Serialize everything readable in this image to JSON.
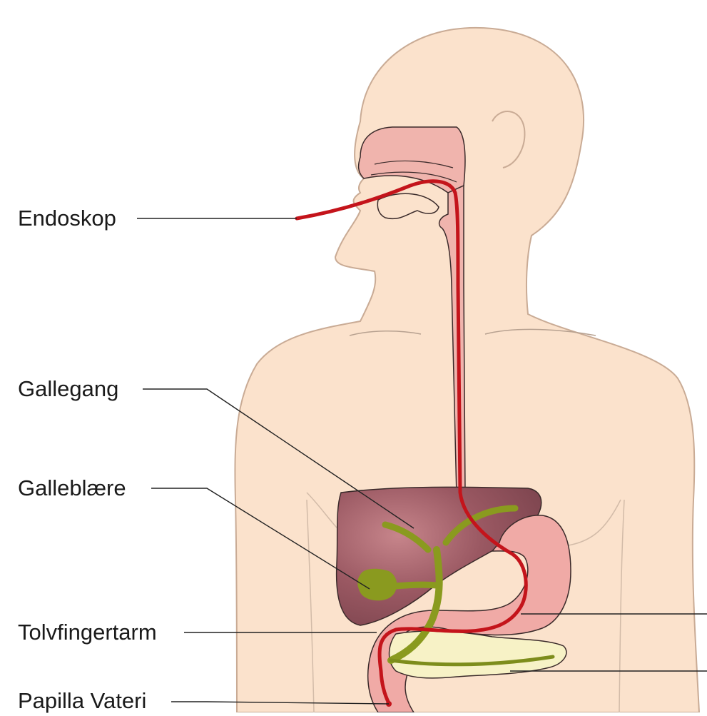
{
  "labels": {
    "endoscope": "Endoskop",
    "bile_duct": "Gallegang",
    "gallbladder": "Galleblære",
    "duodenum": "Tolvfingertarm",
    "papilla": "Papilla Vateri"
  },
  "colors": {
    "skin": "#fbe2cc",
    "skin_outline": "#c9ab95",
    "pharynx": "#f0b4ad",
    "stomach": "#f0aaa6",
    "liver": "#93525c",
    "bile": "#8a9a1f",
    "pancreas": "#f7f2c6",
    "endoscope": "#c4141b",
    "leader": "#222222"
  }
}
